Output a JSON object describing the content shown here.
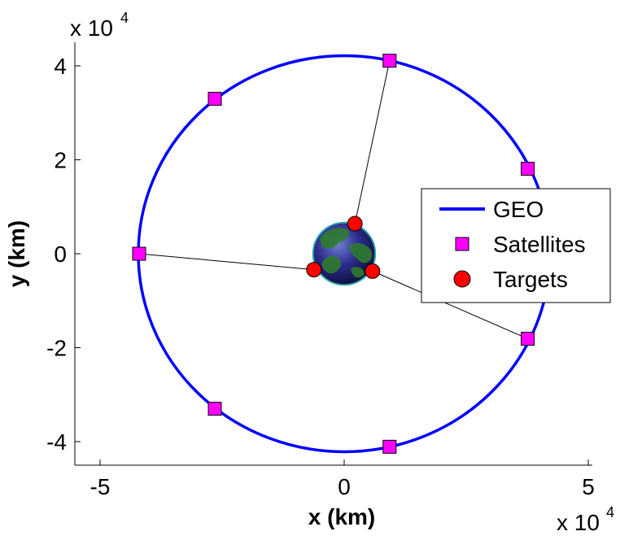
{
  "chart_data": {
    "type": "scatter",
    "xlabel": "x (km)",
    "ylabel": "y (km)",
    "x_exponent_label": "x 10",
    "x_exponent_power": "4",
    "y_exponent_label": "x 10",
    "y_exponent_power": "4",
    "xlim": [
      -51000,
      51000
    ],
    "ylim": [
      -44000,
      44000
    ],
    "x_ticks": [
      {
        "value": -50000,
        "label": "-5"
      },
      {
        "value": 0,
        "label": "0"
      },
      {
        "value": 50000,
        "label": "5"
      }
    ],
    "y_ticks": [
      {
        "value": 40000,
        "label": "4"
      },
      {
        "value": 20000,
        "label": "2"
      },
      {
        "value": 0,
        "label": "0"
      },
      {
        "value": -20000,
        "label": "-2"
      },
      {
        "value": -40000,
        "label": "-4"
      }
    ],
    "grid": false,
    "legend_position": "right",
    "series": [
      {
        "name": "GEO",
        "kind": "line",
        "color": "#0000ff",
        "radius_km": 42164
      },
      {
        "name": "Satellites",
        "kind": "marker",
        "marker": "square",
        "color": "#ff00ff",
        "x": [
          9300,
          -26500,
          -42000,
          -26500,
          9300,
          37600,
          37600
        ],
        "y": [
          41100,
          33000,
          0,
          -33000,
          -41100,
          18100,
          -18100
        ]
      },
      {
        "name": "Targets",
        "kind": "marker",
        "marker": "circle",
        "color": "#ff0000",
        "x": [
          2200,
          -6200,
          5800
        ],
        "y": [
          6400,
          -3400,
          -3700
        ]
      }
    ],
    "links": [
      {
        "from": [
          9300,
          41100
        ],
        "to": [
          2200,
          6400
        ]
      },
      {
        "from": [
          -42000,
          0
        ],
        "to": [
          -6200,
          -3400
        ]
      },
      {
        "from": [
          37600,
          -18100
        ],
        "to": [
          5800,
          -3700
        ]
      }
    ],
    "earth_radius_km": 6371,
    "colors": {
      "earth_ocean": "#2a2a8a",
      "earth_land": "#2f7a2f",
      "earth_rim": "#29a6a6"
    }
  }
}
